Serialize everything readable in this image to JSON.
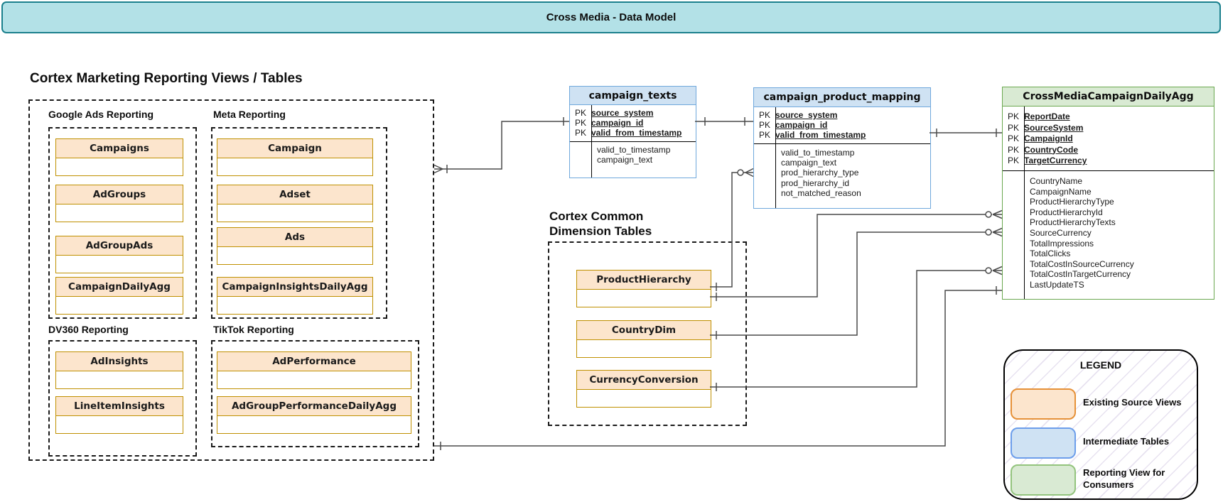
{
  "banner": {
    "title": "Cross Media - Data Model"
  },
  "marketing": {
    "title": "Cortex Marketing Reporting Views / Tables",
    "groups": [
      {
        "label": "Google Ads Reporting",
        "entities": [
          "Campaigns",
          "AdGroups",
          "AdGroupAds",
          "CampaignDailyAgg"
        ]
      },
      {
        "label": "Meta Reporting",
        "entities": [
          "Campaign",
          "Adset",
          "Ads",
          "CampaignInsightsDailyAgg"
        ]
      },
      {
        "label": "DV360 Reporting",
        "entities": [
          "AdInsights",
          "LineItemInsights"
        ]
      },
      {
        "label": "TikTok Reporting",
        "entities": [
          "AdPerformance",
          "AdGroupPerformanceDailyAgg"
        ]
      }
    ]
  },
  "dimensions": {
    "title_line1": "Cortex Common",
    "title_line2": "Dimension Tables",
    "entities": [
      "ProductHierarchy",
      "CountryDim",
      "CurrencyConversion"
    ]
  },
  "tables": {
    "campaign_texts": {
      "name": "campaign_texts",
      "pk_label": "PK",
      "pk_fields": [
        "source_system",
        "campaign_id",
        "valid_from_timestamp"
      ],
      "fields": [
        "valid_to_timestamp",
        "campaign_text"
      ]
    },
    "campaign_product_mapping": {
      "name": "campaign_product_mapping",
      "pk_label": "PK",
      "pk_fields": [
        "source_system",
        "campaign_id",
        "valid_from_timestamp"
      ],
      "fields": [
        "valid_to_timestamp",
        "campaign_text",
        "prod_hierarchy_type",
        "prod_hierarchy_id",
        "not_matched_reason"
      ]
    },
    "cross_media_campaign_daily_agg": {
      "name": "CrossMediaCampaignDailyAgg",
      "pk_label": "PK",
      "pk_fields": [
        "ReportDate",
        "SourceSystem",
        "CampaignId",
        "CountryCode",
        "TargetCurrency"
      ],
      "fields": [
        "CountryName",
        "CampaignName",
        "ProductHierarchyType",
        "ProductHierarchyId",
        "ProductHierarchyTexts",
        "SourceCurrency",
        "TotalImpressions",
        "TotalClicks",
        "TotalCostInSourceCurrency",
        "TotalCostInTargetCurrency",
        "LastUpdateTS"
      ]
    }
  },
  "legend": {
    "title": "LEGEND",
    "items": [
      {
        "label": "Existing Source Views",
        "fill": "#fce5cd",
        "border": "#e69138"
      },
      {
        "label": "Intermediate Tables",
        "fill": "#cfe2f3",
        "border": "#6d9eeb"
      },
      {
        "label": "Reporting View for Consumers",
        "fill": "#d9ead3",
        "border": "#93c47d"
      }
    ]
  },
  "colors": {
    "banner_fill": "#b3e1e7",
    "banner_border": "#1b808d",
    "source_view_fill": "#fce5cd",
    "source_view_border": "#bf9000",
    "intermediate_fill": "#cfe2f3",
    "intermediate_border": "#6fa8dc",
    "reporting_fill": "#d9ead3",
    "reporting_border": "#6aa84f",
    "connector": "#4a4a4a"
  }
}
